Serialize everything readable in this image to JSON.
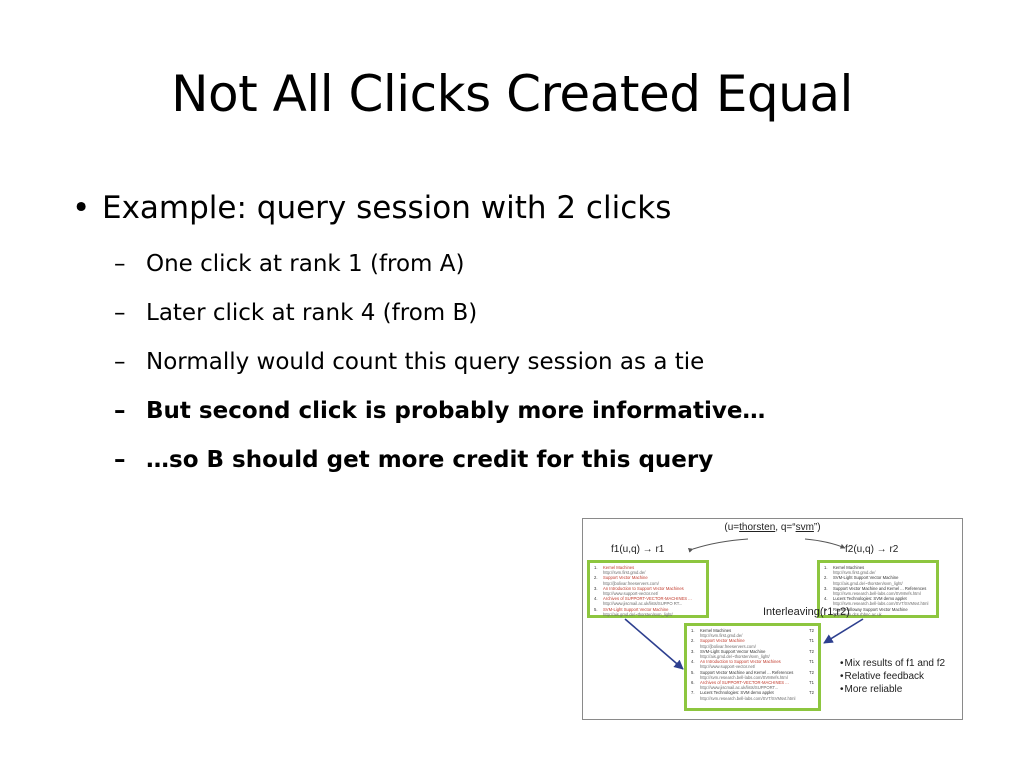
{
  "title": "Not All Clicks Created Equal",
  "bullets": {
    "main": "Example: query session with 2 clicks",
    "subs": [
      "One click at rank 1 (from A)",
      "Later click at rank 4 (from B)",
      "Normally would count this query session as a tie",
      "But second click is probably more informative…",
      "…so B should get more credit for this query"
    ]
  },
  "figure": {
    "header_prefix": "(u=",
    "header_user": "thorsten",
    "header_mid": ", q=“",
    "header_query": "svm",
    "header_suffix": "”)",
    "f1": "f1(u,q) → r1",
    "f2": "f2(u,q) → r2",
    "interleaving": "Interleaving(r1,r2)",
    "summary": [
      "Mix results of f1 and f2",
      "Relative feedback",
      "More reliable"
    ],
    "list_a": [
      {
        "n": "1.",
        "t": "Kernel Machines",
        "u": "http://svm.first.gmd.de/"
      },
      {
        "n": "2.",
        "t": "Support Vector Machine",
        "u": "http://jbolivar.freeservers.com/"
      },
      {
        "n": "3.",
        "t": "An Introduction to Support Vector Machines",
        "u": "http://www.support-vector.net/"
      },
      {
        "n": "4.",
        "t": "Archives of SUPPORT-VECTOR-MACHINES ...",
        "u": "http://www.jiscmail.ac.uk/lists/SUPPO RT..."
      },
      {
        "n": "5.",
        "t": "SVM-Light Support Vector Machine",
        "u": "http://ais.gmd.de/~thorsten/svm_light/"
      }
    ],
    "list_b": [
      {
        "n": "1.",
        "t": "Kernel Machines",
        "u": "http://svm.first.gmd.de/"
      },
      {
        "n": "2.",
        "t": "SVM-Light Support Vector Machine",
        "u": "http://ais.gmd.de/~thorsten/svm_light/"
      },
      {
        "n": "3.",
        "t": "Support Vector Machine and Kernel ... References",
        "u": "http://svm.research.bell-labs.com/SVMrefs.html"
      },
      {
        "n": "4.",
        "t": "Lucent Technologies: SVM demo applet",
        "u": "http://svm.research.bell-labs.com/SVT/SVMsvt.html"
      },
      {
        "n": "5.",
        "t": "Royal Holloway Support Vector Machine",
        "u": "http://svm.dcs.rhbnc.ac.uk"
      }
    ],
    "list_c": [
      {
        "n": "1.",
        "t": "Kernel Machines",
        "tag": "T2",
        "u": "http://svm.first.gmd.de/"
      },
      {
        "n": "2.",
        "t": "Support Vector Machine",
        "tag": "T1",
        "u": "http://jbolivar.freeservers.com/"
      },
      {
        "n": "3.",
        "t": "SVM-Light Support Vector Machine",
        "tag": "T2",
        "u": "http://ais.gmd.de/~thorsten/svm_light/"
      },
      {
        "n": "4.",
        "t": "An Introduction to Support Vector Machines",
        "tag": "T1",
        "u": "http://www.support-vector.net/"
      },
      {
        "n": "5.",
        "t": "Support Vector Machine and Kernel ... References",
        "tag": "T2",
        "u": "http://svm.research.bell-labs.com/SVMrefs.html"
      },
      {
        "n": "6.",
        "t": "Archives of SUPPORT-VECTOR-MACHINES ...",
        "tag": "T1",
        "u": "http://www.jiscmail.ac.uk/lists/SUPPORT..."
      },
      {
        "n": "7.",
        "t": "Lucent Technologies: SVM demo applet",
        "tag": "T2",
        "u": "http://svm.research.bell-labs.com/SVT/SVMsvt.html"
      }
    ]
  },
  "colors": {
    "box_border": "#8dc63f",
    "arrow": "#2d3f8f",
    "red_link": "#c0392b"
  }
}
